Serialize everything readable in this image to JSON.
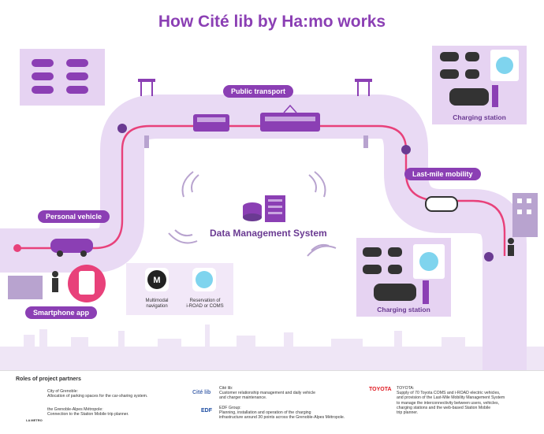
{
  "title": "How Cité lib by Ha:mo works",
  "labels": {
    "public_transport": "Public transport",
    "last_mile": "Last-mile mobility",
    "personal_vehicle": "Personal vehicle",
    "smartphone_app": "Smartphone app",
    "charging_station": "Charging station",
    "data_management": "Data Management System"
  },
  "apps": {
    "multimodal": "Multimodal navigation",
    "reservation_line1": "Reservation of",
    "reservation_line2": "i-ROAD or COMS"
  },
  "footer": {
    "heading": "Roles of project partners",
    "grenoble_name": "City of Grenoble:",
    "grenoble_desc": "Allocation of parking spaces for the car-sharing system.",
    "metropole_name": "the Grenoble-Alpes Métropole:",
    "metropole_desc": "Connection to the Station Mobile trip planner.",
    "citelib_logo": "Cité lib",
    "citelib_name": "Cité lib:",
    "citelib_desc1": "Customer relationship management and daily vehicle",
    "citelib_desc2": "and charger maintenance.",
    "edf_logo": "EDF",
    "edf_name": "EDF Group:",
    "edf_desc1": "Planning, installation and operation of the charging",
    "edf_desc2": "infrastructure around 30 points across the Grenoble-Alpes Métropole.",
    "toyota_logo": "TOYOTA",
    "toyota_name": "TOYOTA:",
    "toyota_desc1": "Supply of 70 Toyota COMS and i-ROAD electric vehicles,",
    "toyota_desc2": "and provision of the Last-Mile Mobility Management System",
    "toyota_desc3": "to manage the interconnectivity between users, vehicles,",
    "toyota_desc4": "charging stations and the web-based Station Mobile",
    "toyota_desc5": "trip planner.",
    "metro_logo": "LA METRO"
  },
  "colors": {
    "purple": "#8b3fb4",
    "lilac": "#e6d3f2",
    "road": "#dcc6ec",
    "route": "#e8417a"
  },
  "icons": [
    "car-icon",
    "bus-icon",
    "tram-icon",
    "bus-stop-icon",
    "database-icon",
    "person-icon",
    "building-icon",
    "phone-icon",
    "m-app-icon",
    "hamo-app-icon",
    "charger-icon",
    "wifi-icon",
    "seal-icon",
    "edf-icon"
  ]
}
